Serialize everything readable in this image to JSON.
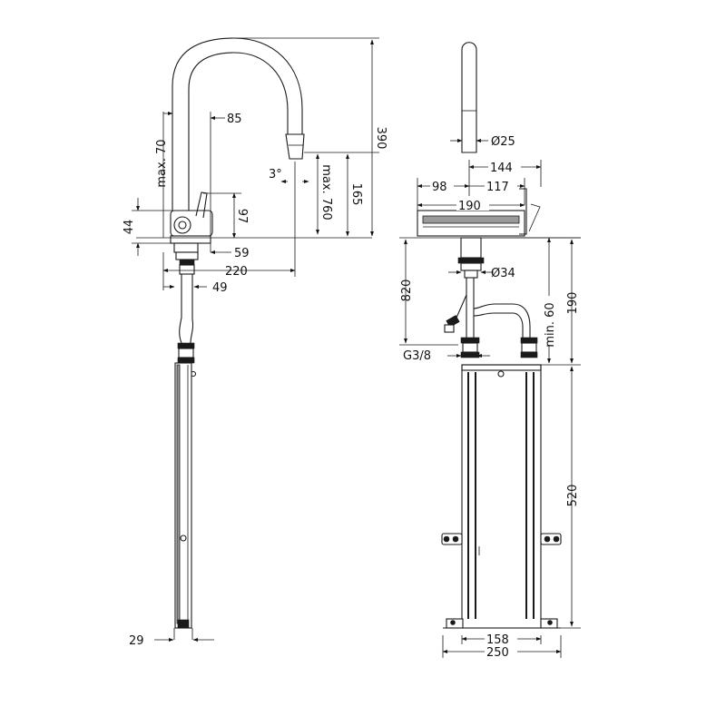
{
  "dimensions": {
    "d85": "85",
    "max70": "max. 70",
    "d390": "390",
    "d3deg": "3°",
    "max760": "max. 760",
    "d165": "165",
    "d44": "44",
    "d97": "97",
    "d59": "59",
    "d220": "220",
    "d49": "49",
    "d29": "29",
    "d25": "Ø25",
    "d144": "144",
    "d98": "98",
    "d117": "117",
    "d190w": "190",
    "d34": "Ø34",
    "d820": "820",
    "min60": "min. 60",
    "d190": "190",
    "g38": "G3/8",
    "d520": "520",
    "d158": "158",
    "d250": "250"
  }
}
